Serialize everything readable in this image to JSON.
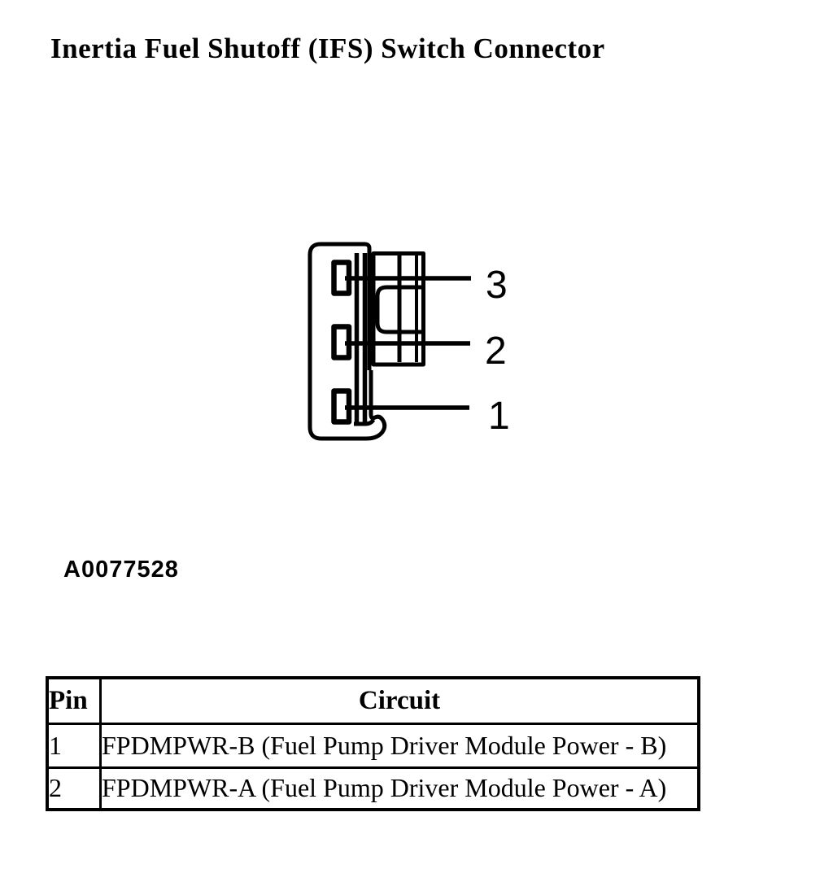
{
  "page": {
    "background_color": "#ffffff",
    "ink_color": "#000000"
  },
  "title": "Inertia Fuel Shutoff (IFS) Switch Connector",
  "figure": {
    "description": "3-cavity inertia fuel shutoff switch connector line drawing, side view, with numbered leader lines",
    "pin_labels": [
      "3",
      "2",
      "1"
    ],
    "caption": "A0077528"
  },
  "table": {
    "headers": {
      "pin": "Pin",
      "circuit": "Circuit"
    },
    "rows": [
      {
        "pin": "1",
        "circuit": "FPDMPWR-B (Fuel Pump Driver Module Power - B)"
      },
      {
        "pin": "2",
        "circuit": "FPDMPWR-A (Fuel Pump Driver Module Power - A)"
      }
    ]
  }
}
